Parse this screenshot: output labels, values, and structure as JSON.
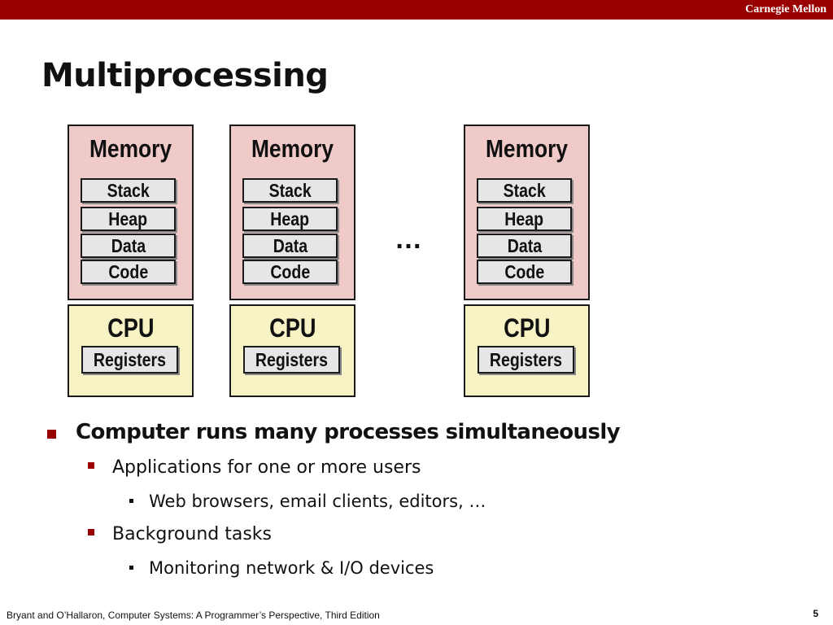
{
  "header": {
    "institution": "Carnegie Mellon",
    "bar_color": "#990000"
  },
  "slide": {
    "title": "Multiprocessing"
  },
  "diagram": {
    "processes": [
      {
        "memory_label": "Memory",
        "segments": [
          "Stack",
          "Heap",
          "Data",
          "Code"
        ],
        "cpu_label": "CPU",
        "registers_label": "Registers"
      },
      {
        "memory_label": "Memory",
        "segments": [
          "Stack",
          "Heap",
          "Data",
          "Code"
        ],
        "cpu_label": "CPU",
        "registers_label": "Registers"
      },
      {
        "memory_label": "Memory",
        "segments": [
          "Stack",
          "Heap",
          "Data",
          "Code"
        ],
        "cpu_label": "CPU",
        "registers_label": "Registers"
      }
    ],
    "ellipsis": "…",
    "memory_color": "#f0c9c9",
    "cpu_color": "#f7f3c4"
  },
  "bullets": {
    "main": "Computer runs many processes simultaneously",
    "sub1": "Applications for one or more users",
    "sub1_detail": "Web browsers, email clients, editors, …",
    "sub2": "Background tasks",
    "sub2_detail": "Monitoring network & I/O devices"
  },
  "footer": {
    "citation": "Bryant and O’Hallaron, Computer Systems: A Programmer’s Perspective, Third Edition",
    "page_number": "5"
  }
}
